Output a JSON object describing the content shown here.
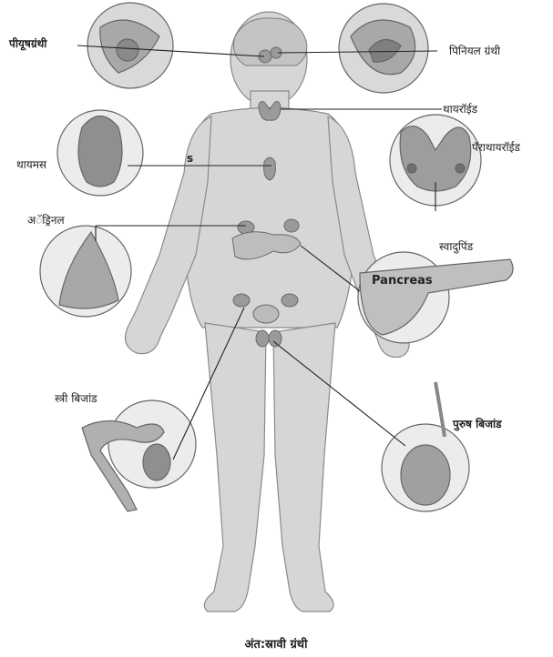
{
  "labels": {
    "pituitary": "पीयूषग्रंथी",
    "pineal": "पिनियल ग्रंथी",
    "thyroid": "थायरॉईड",
    "parathyroid": "पॅराथायरॉईड",
    "thymus": "थायमस",
    "thymus_mark": "s",
    "adrenal": "अॅड्रिनल",
    "pancreas": "स्वादुपिंड",
    "pancreas_text": "Pancreas",
    "ovary": "स्त्री बिजांड",
    "testis": "पुरुष बिजांड"
  },
  "caption": "अंत:स्रावी ग्रंथी",
  "colors": {
    "body_fill": "#d6d6d6",
    "body_stroke": "#8a8a8a",
    "organ_fill": "#9a9a9a",
    "line": "#222222"
  }
}
